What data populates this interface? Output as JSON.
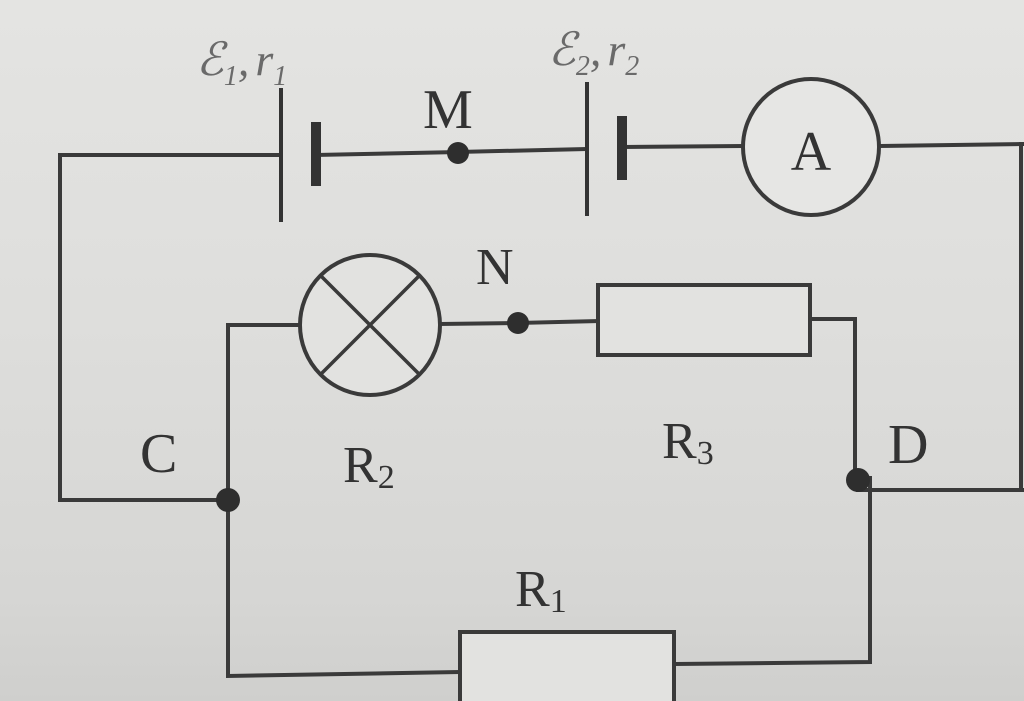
{
  "labels": {
    "source1": {
      "emf": "ℰ",
      "emf_sub": "1",
      "sep": ",",
      "r": "r",
      "r_sub": "1"
    },
    "source2": {
      "emf": "ℰ",
      "emf_sub": "2",
      "sep": ",",
      "r": "r",
      "r_sub": "2"
    },
    "node_m": "M",
    "node_n": "N",
    "node_c": "C",
    "node_d": "D",
    "ammeter": "A",
    "r1": {
      "main": "R",
      "sub": "1"
    },
    "r2": {
      "main": "R",
      "sub": "2"
    },
    "r3": {
      "main": "R",
      "sub": "3"
    }
  }
}
